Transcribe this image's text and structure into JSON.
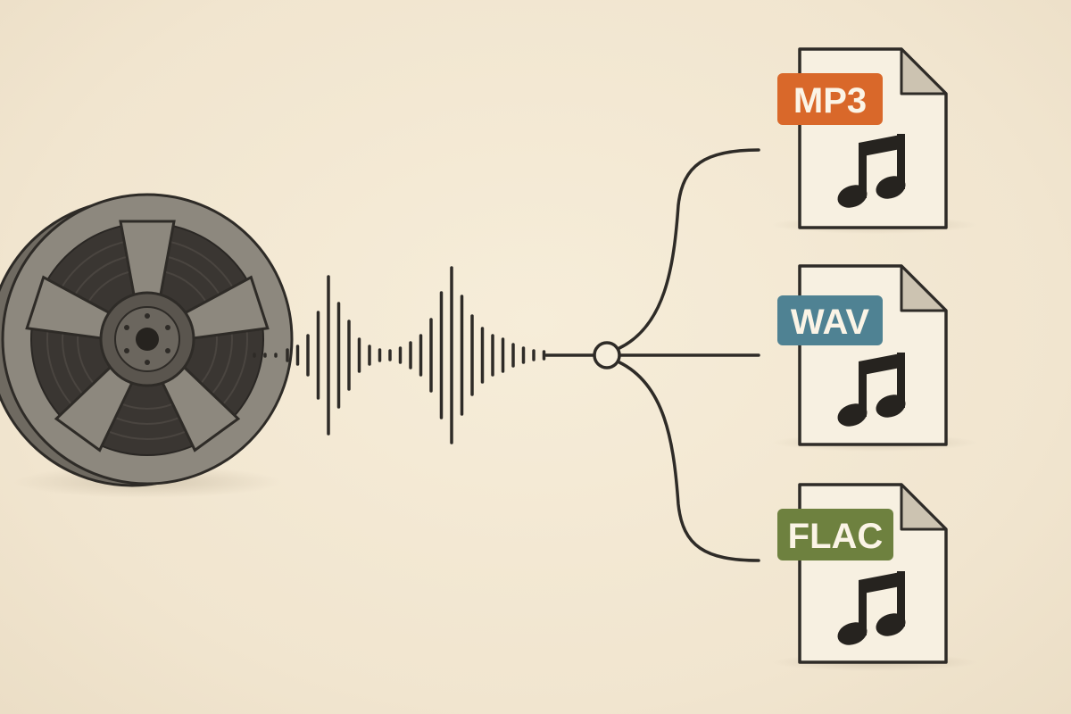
{
  "diagram": {
    "source": {
      "icon": "film-reel-icon"
    },
    "signal": {
      "icon": "audio-waveform-icon"
    },
    "outputs": [
      {
        "label": "MP3",
        "color": "#d9682a",
        "icon": "audio-file-icon"
      },
      {
        "label": "WAV",
        "color": "#4f8293",
        "icon": "audio-file-icon"
      },
      {
        "label": "FLAC",
        "color": "#6e813f",
        "icon": "audio-file-icon"
      }
    ],
    "colors": {
      "background": "#f3e8d4",
      "line": "#2e2b27",
      "reel": "#8a857b",
      "file": "#f7f0e1"
    }
  }
}
